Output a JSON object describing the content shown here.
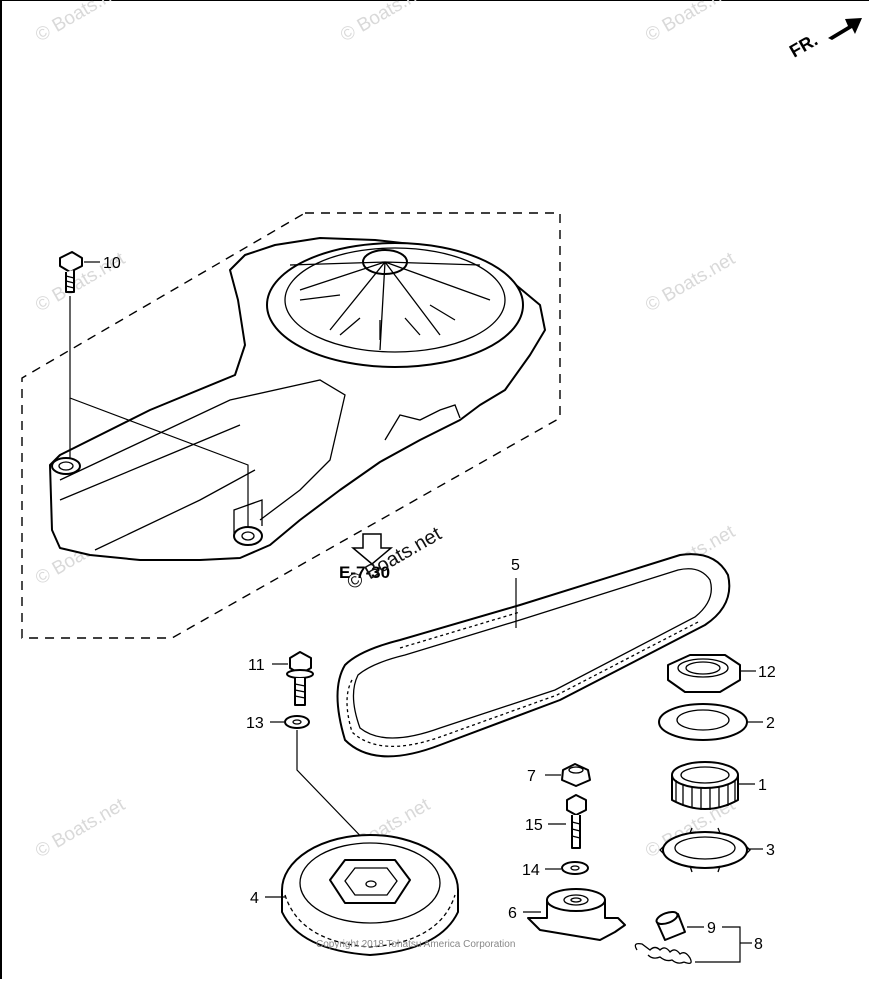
{
  "orientation": {
    "label": "FR."
  },
  "reference": {
    "label": "E-7-30"
  },
  "watermarks": {
    "text": "© Boats.net",
    "overlay_text": "© Boats.net"
  },
  "copyright": {
    "text": "Copyright 2018 Tohatsu America Corporation"
  },
  "callouts": {
    "p1": "1",
    "p2": "2",
    "p3": "3",
    "p4": "4",
    "p5": "5",
    "p6": "6",
    "p7": "7",
    "p8": "8",
    "p9": "9",
    "p10": "10",
    "p11": "11",
    "p12": "12",
    "p13": "13",
    "p14": "14",
    "p15": "15"
  },
  "colors": {
    "line": "#000000",
    "watermark": "#d9d9d9",
    "background": "#ffffff"
  },
  "icons": {
    "orientation": "arrow-right-up-icon",
    "reference": "arrow-down-icon"
  }
}
